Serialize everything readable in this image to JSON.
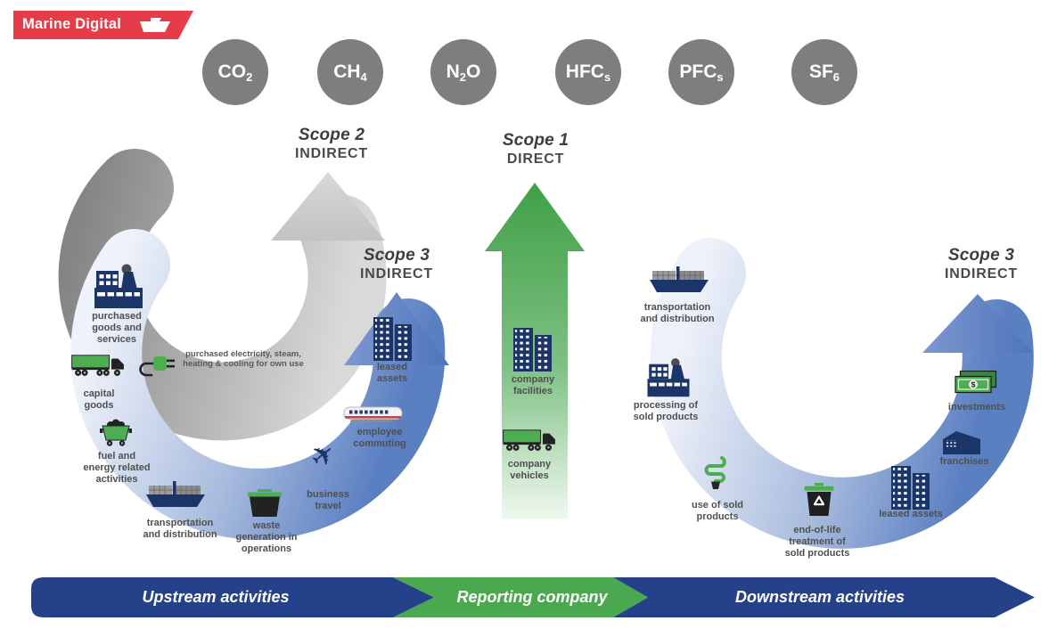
{
  "logo": {
    "brand": "Marine Digital"
  },
  "gases": [
    {
      "pre": "CO",
      "sub": "2",
      "post": ""
    },
    {
      "pre": "CH",
      "sub": "4",
      "post": ""
    },
    {
      "pre": "N",
      "sub": "2",
      "post": "O"
    },
    {
      "pre": "HFC",
      "sub": "s",
      "post": ""
    },
    {
      "pre": "PFC",
      "sub": "s",
      "post": ""
    },
    {
      "pre": "SF",
      "sub": "6",
      "post": ""
    }
  ],
  "scopes": {
    "scope2": {
      "title": "Scope 2",
      "kind": "INDIRECT"
    },
    "scope1": {
      "title": "Scope 1",
      "kind": "DIRECT"
    },
    "scope3_upstream": {
      "title": "Scope 3",
      "kind": "INDIRECT"
    },
    "scope3_downstream": {
      "title": "Scope 3",
      "kind": "INDIRECT"
    }
  },
  "upstream": {
    "purchased_goods": "purchased\ngoods and\nservices",
    "capital_goods": "capital\ngoods",
    "fuel_energy": "fuel and\nenergy related\nactivities",
    "transportation": "transportation\nand distribution",
    "waste": "waste\ngeneration in\noperations",
    "business_travel": "business\ntravel",
    "employee_commuting": "employee\ncommuting",
    "leased_assets": "leased\nassets",
    "electricity_note": "purchased electricity, steam,\nheating & cooling for own use"
  },
  "company": {
    "facilities": "company\nfacilities",
    "vehicles": "company\nvehicles"
  },
  "downstream": {
    "transportation": "transportation\nand distribution",
    "processing": "processing of\nsold products",
    "use_of_sold": "use of sold\nproducts",
    "end_of_life": "end-of-life\ntreatment of\nsold products",
    "leased_assets": "leased assets",
    "franchises": "franchises",
    "investments": "investments"
  },
  "footer": {
    "upstream": "Upstream activities",
    "reporting": "Reporting company",
    "downstream": "Downstream activities"
  },
  "icons": {
    "airplane": "✈"
  },
  "colors": {
    "navy": "#25418a",
    "green": "#4cae50",
    "arc_blue": "#5b80c2",
    "arc_gray": "#b5b5b5",
    "logo_red": "#e63b49",
    "gas_circle": "#7e7e7e",
    "caption": "#4f4f4f"
  }
}
